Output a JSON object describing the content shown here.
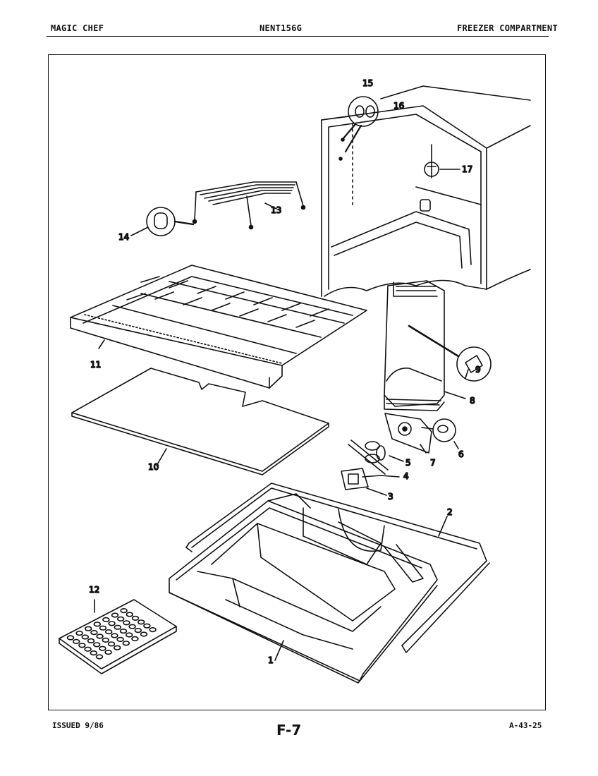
{
  "header": {
    "brand": "MAGIC CHEF",
    "model": "NENT156G",
    "section": "FREEZER COMPARTMENT"
  },
  "footer": {
    "issued": "ISSUED 9/86",
    "page": "F-7",
    "ref": "A-43-25"
  },
  "callouts": {
    "c1": "1",
    "c2": "2",
    "c3": "3",
    "c4": "4",
    "c5": "5",
    "c6": "6",
    "c7": "7",
    "c8": "8",
    "c9": "9",
    "c10": "10",
    "c11": "11",
    "c12": "12",
    "c13": "13",
    "c14": "14",
    "c15": "15",
    "c16": "16",
    "c17": "17"
  }
}
